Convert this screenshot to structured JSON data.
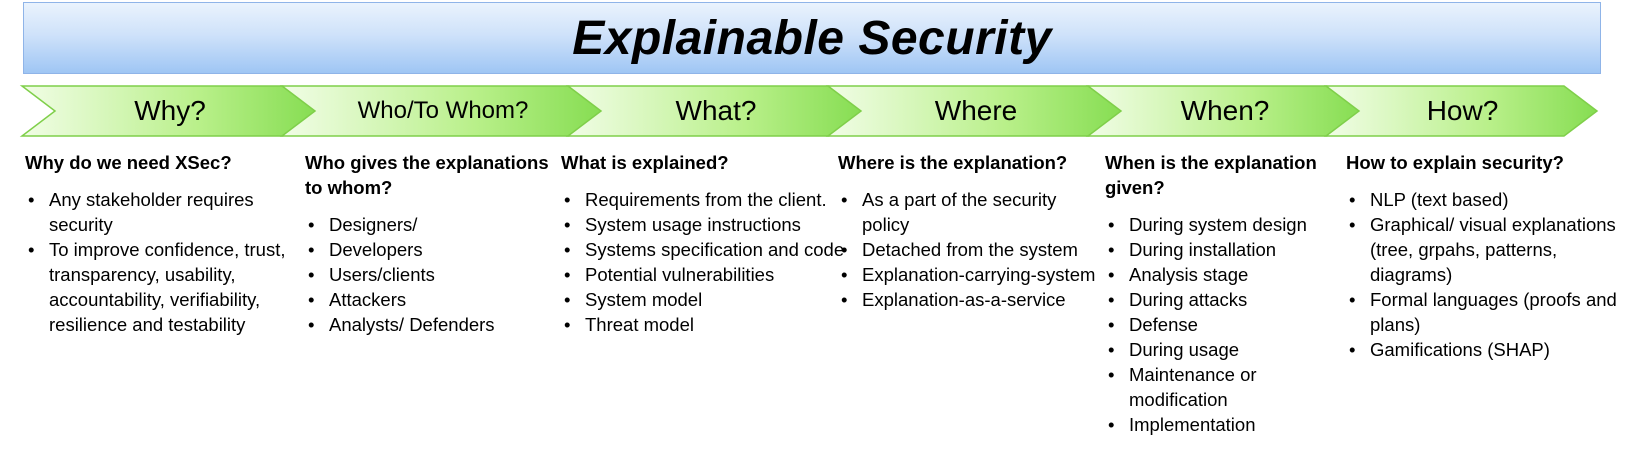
{
  "title": "Explainable Security",
  "stages": [
    {
      "label": "Why?",
      "heading": "Why do we need XSec?",
      "items": [
        "Any stakeholder requires security",
        "To improve confidence, trust, transparency, usability, accountability, verifiability, resilience and testability"
      ]
    },
    {
      "label": "Who/To Whom?",
      "heading": "Who gives the explanations to whom?",
      "items": [
        "Designers/",
        "Developers",
        "Users/clients",
        "Attackers",
        "Analysts/ Defenders"
      ]
    },
    {
      "label": "What?",
      "heading": "What is explained?",
      "items": [
        "Requirements from the client.",
        "System usage instructions",
        "Systems specification and code",
        "Potential vulnerabilities",
        "System model",
        "Threat model"
      ]
    },
    {
      "label": "Where",
      "heading": "Where is the explanation?",
      "items": [
        "As a part of the security policy",
        "Detached from the system",
        "Explanation-carrying-system",
        "Explanation-as-a-service"
      ]
    },
    {
      "label": "When?",
      "heading": "When is the explanation given?",
      "items": [
        "During system design",
        "During installation",
        "Analysis stage",
        "During attacks",
        "Defense",
        "During usage",
        "Maintenance or modification",
        "Implementation"
      ]
    },
    {
      "label": "How?",
      "heading": "How to explain security?",
      "items": [
        "NLP (text based)",
        "Graphical/ visual explanations (tree, grpahs, patterns, diagrams)",
        "Formal languages (proofs and plans)",
        "Gamifications (SHAP)"
      ]
    }
  ],
  "colors": {
    "chevron_light": "#eefde0",
    "chevron_dark": "#8ee05a",
    "chevron_border": "#7fcf4a",
    "title_light": "#eaf3fd",
    "title_dark": "#9fc6f4"
  }
}
